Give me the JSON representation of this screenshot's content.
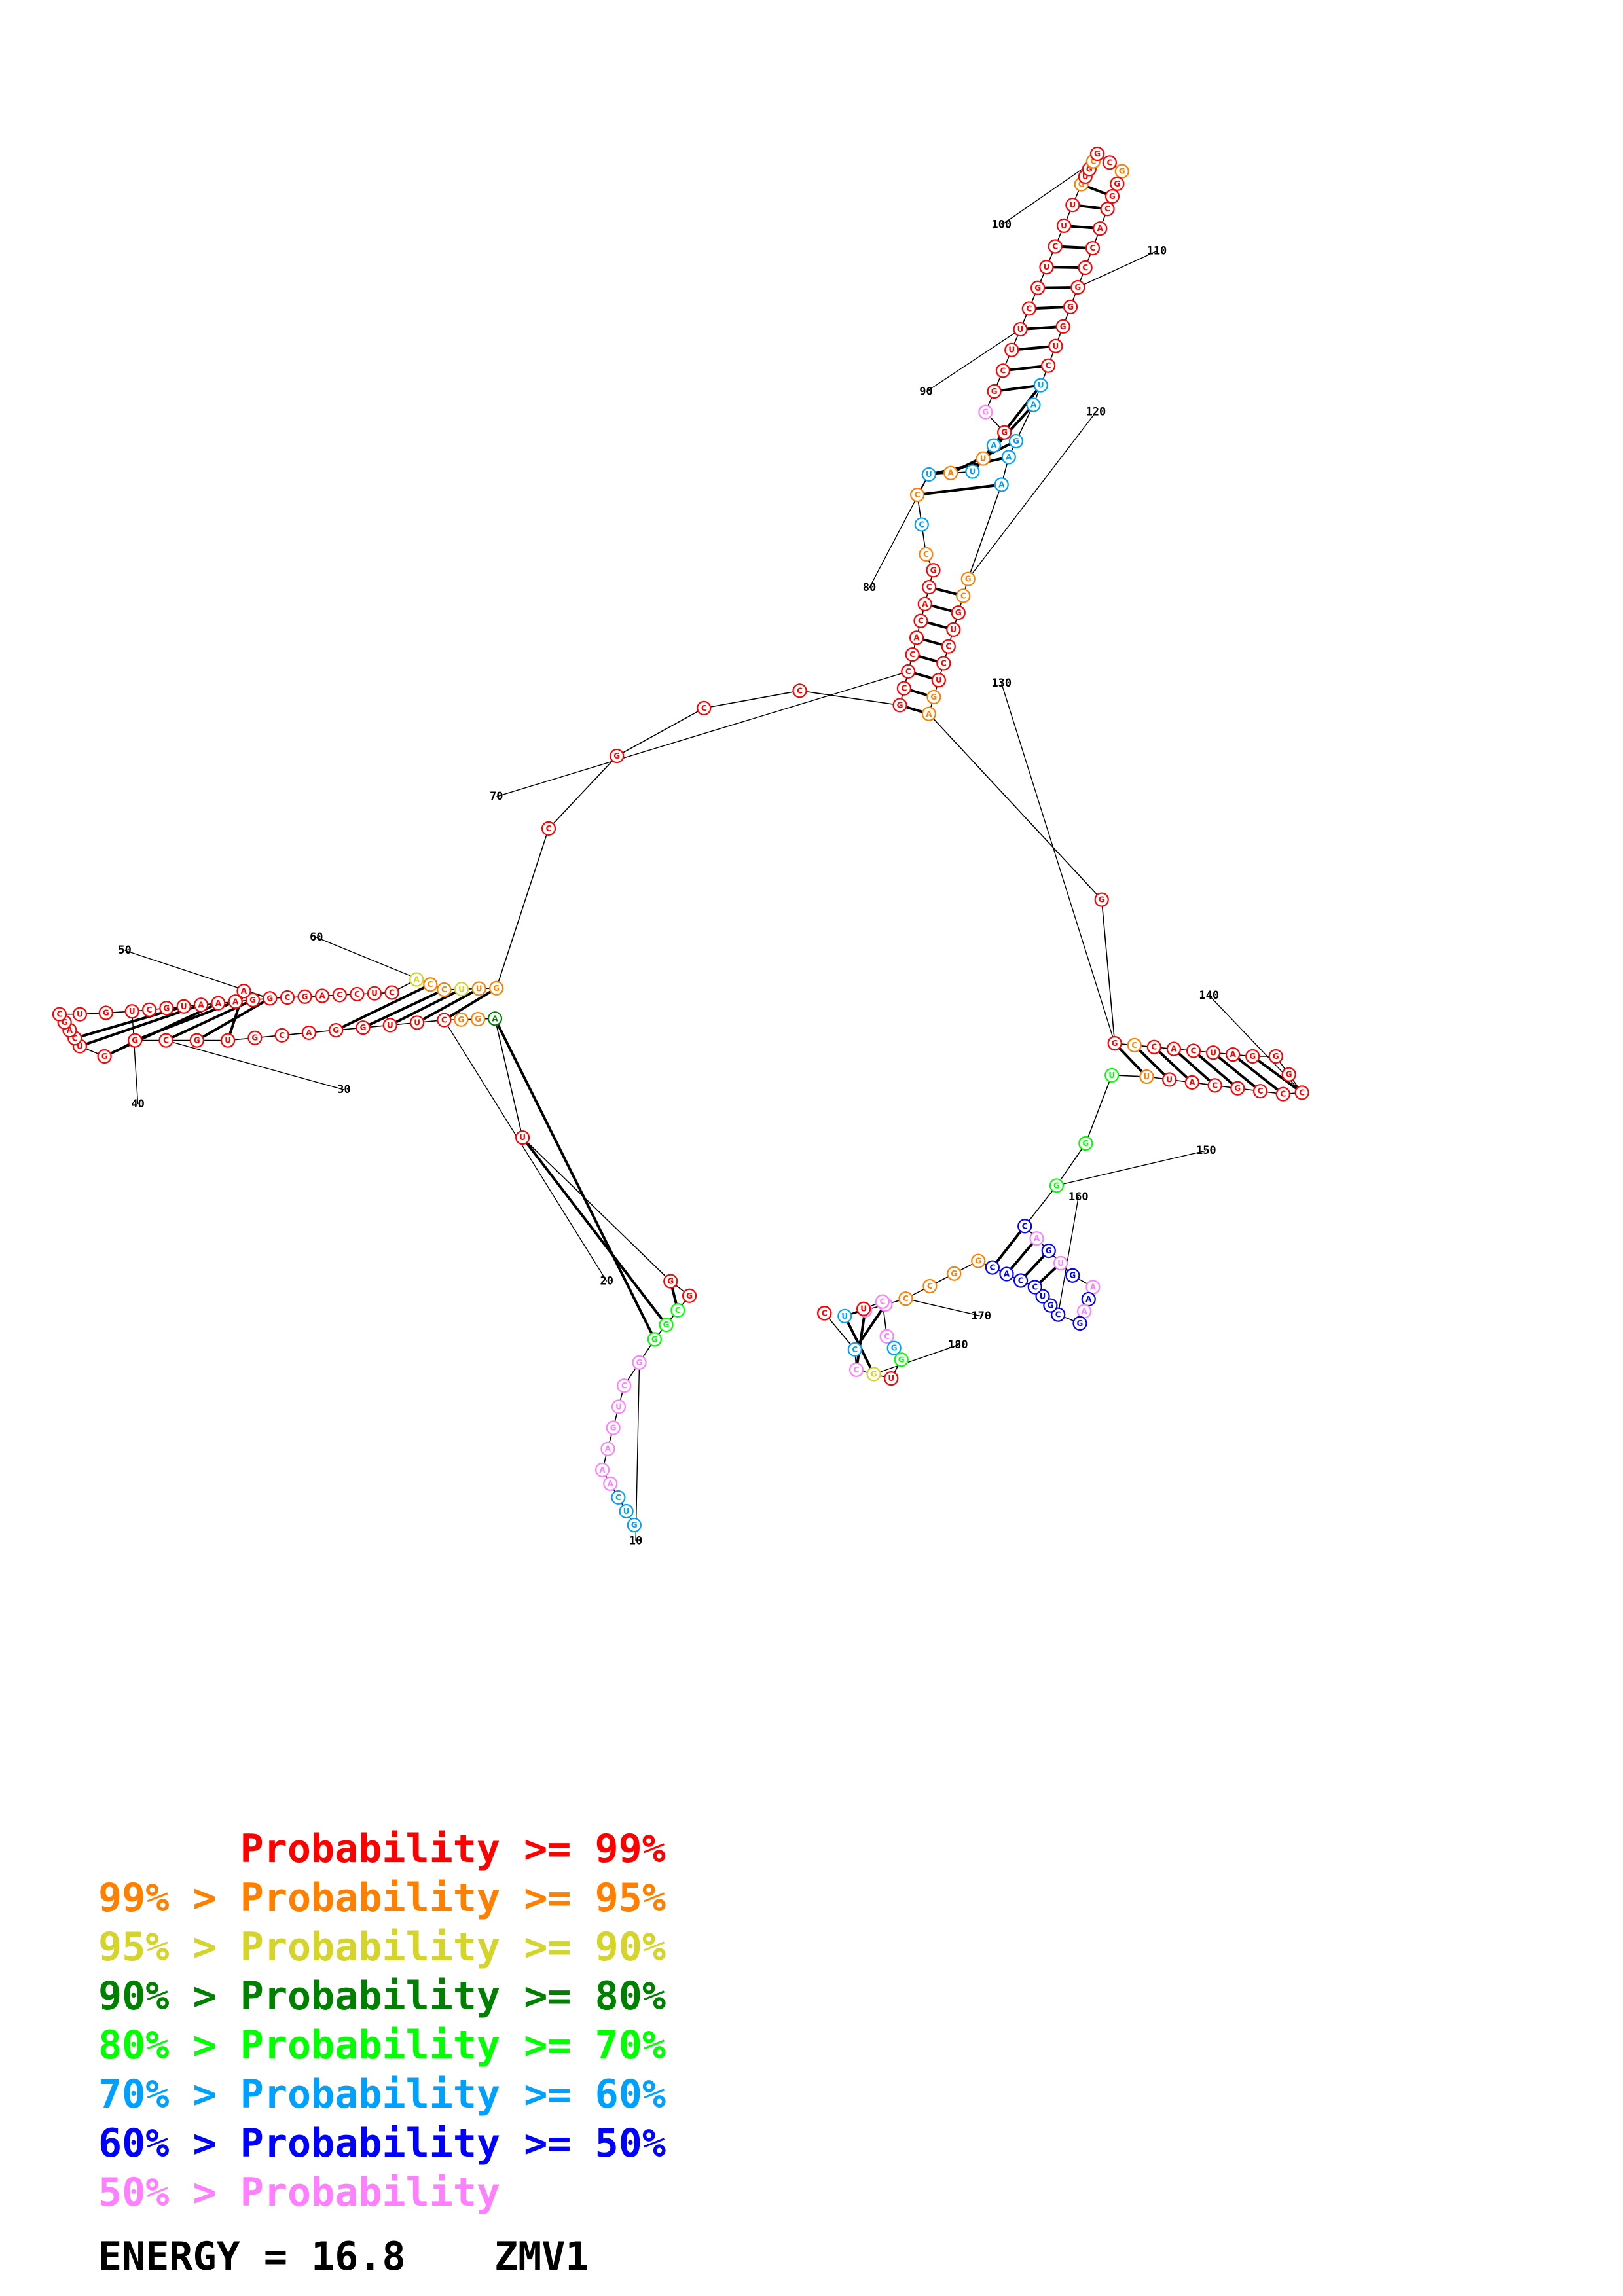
{
  "structure": {
    "sequence": "GUCAAAGUCGGGCGGUAGGCUUGGACGUGCGGUCAGCUGUCGUAAAGCAGCGACCUCACCUUGCGCCGCCCACACGCCCUAUUAGGGCUUCGUCUUGUGCGCGGGCACCGGGUCUAGAAGCGUCCUGAGGCCACUAGGGCCCGCAUUUGGCAGUGAAAGCGUCCACGGCCGGUUCCGGUGCCUAUC",
    "label_positions": [
      "10",
      "20",
      "30",
      "40",
      "50",
      "60",
      "70",
      "80",
      "90",
      "100",
      "110",
      "120",
      "130",
      "140",
      "150",
      "160",
      "170",
      "180"
    ],
    "energy_text": "ENERGY = 16.8",
    "name": "ZMV1"
  },
  "legend": [
    {
      "prefix": "",
      "label": "Probability >= 99%",
      "color": "#ff0000"
    },
    {
      "prefix": "99% > ",
      "label": "Probability >= 95%",
      "color": "#ff8000"
    },
    {
      "prefix": "95% > ",
      "label": "Probability >= 90%",
      "color": "#d4d42a"
    },
    {
      "prefix": "90% > ",
      "label": "Probability >= 80%",
      "color": "#008000"
    },
    {
      "prefix": "80% > ",
      "label": "Probability >= 70%",
      "color": "#00ff00"
    },
    {
      "prefix": "70% > ",
      "label": "Probability >= 60%",
      "color": "#00a0ff"
    },
    {
      "prefix": "60% > ",
      "label": "Probability >= 50%",
      "color": "#0000ff"
    },
    {
      "prefix": "50% > ",
      "label": "Probability",
      "color": "#ff80ff"
    }
  ],
  "footer": {
    "energy_text": "ENERGY = 16.8",
    "name": "ZMV1"
  }
}
